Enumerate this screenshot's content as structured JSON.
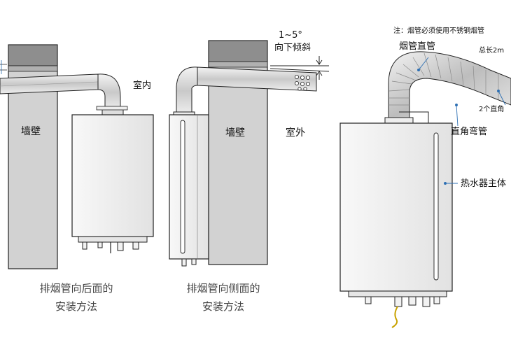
{
  "panel_left": {
    "wall_label": "墙壁",
    "indoor_label": "室内",
    "caption_line1": "排烟管向后面的",
    "caption_line2": "安装方法"
  },
  "panel_middle": {
    "angle_label": "1~5°",
    "slope_label": "向下倾斜",
    "wall_label": "墙壁",
    "outdoor_label": "室外",
    "caption_line1": "排烟管向侧面的",
    "caption_line2": "安装方法"
  },
  "panel_right": {
    "note_label": "注：烟管必须使用不锈钢烟管",
    "straight_pipe_label": "烟管直管",
    "total_length_label": "总长2m",
    "elbow_count_label": "2个直角",
    "elbow_label": "直角弯管",
    "heater_body_label": "热水器主体"
  },
  "colors": {
    "wall_fill": "#d4d4d4",
    "outline": "#222222",
    "pipe_fill": "#e6e6e6",
    "callout_line": "#555555"
  }
}
